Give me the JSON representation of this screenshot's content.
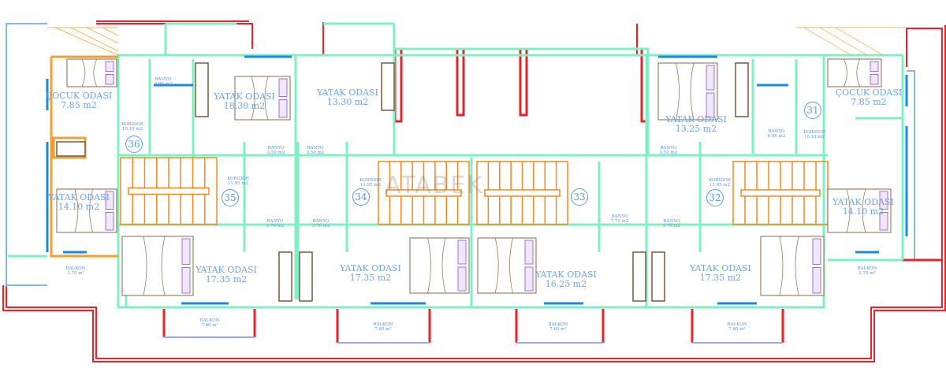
{
  "title": "Kat planı",
  "watermark": "ATABEK",
  "rooms": [
    {
      "name": "ÇOCUK ODASI",
      "area": "7.85 m2"
    },
    {
      "name": "YATAK ODASI",
      "area": "18.30 m2"
    },
    {
      "name": "YATAK ODASI",
      "area": "13.30 m2"
    },
    {
      "name": "YATAK ODASI",
      "area": "13.25 m2"
    },
    {
      "name": "ÇOCUK ODASI",
      "area": "7.85 m2"
    },
    {
      "name": "YATAK ODASI",
      "area": "14.10 m2"
    },
    {
      "name": "YATAK ODASI",
      "area": "14.10 m2"
    },
    {
      "name": "YATAK ODASI",
      "area": "17.35 m2"
    },
    {
      "name": "YATAK ODASI",
      "area": "17.35 m2"
    },
    {
      "name": "YATAK ODASI",
      "area": "16.25 m2"
    },
    {
      "name": "YATAK ODASI",
      "area": "17.35 m2"
    }
  ],
  "small_rooms": [
    {
      "name": "BANYO",
      "area": "6.95 m2"
    },
    {
      "name": "KORIDOR",
      "area": "10.10 m2"
    },
    {
      "name": "BANYO",
      "area": "3.50 m2"
    },
    {
      "name": "BANYO",
      "area": "3.50 m2"
    },
    {
      "name": "KORIDOR",
      "area": "11.95 m2"
    },
    {
      "name": "KORIDOR",
      "area": "11.95 m2"
    },
    {
      "name": "BANYO",
      "area": "3.70 m2"
    },
    {
      "name": "BANYO",
      "area": "3.70 m2"
    },
    {
      "name": "BANYO",
      "area": "7.75 m2"
    },
    {
      "name": "BANYO",
      "area": "3.50 m2"
    },
    {
      "name": "KORIDOR",
      "area": "11.95 m2"
    },
    {
      "name": "BANYO",
      "area": "3.70 m2"
    },
    {
      "name": "BANYO",
      "area": "6.95 m2"
    },
    {
      "name": "KORIDOR",
      "area": "10.10 m2"
    }
  ],
  "balconies": [
    {
      "name": "BALKON",
      "area": "1.70 m²"
    },
    {
      "name": "BALKON",
      "area": "7.60 m²"
    },
    {
      "name": "BALKON",
      "area": "7.60 m²"
    },
    {
      "name": "BALKON",
      "area": "7.60 m²"
    },
    {
      "name": "BALKON",
      "area": "7.60 m²"
    },
    {
      "name": "BALKON",
      "area": "1.70 m²"
    }
  ],
  "unit_numbers": [
    "36",
    "35",
    "34",
    "33",
    "32",
    "31"
  ],
  "colors": {
    "wall": "#7ef0c4",
    "outer": "#e8242a",
    "stair": "#f08a1c",
    "window": "#1e88e5",
    "text": "#6aa6e0"
  }
}
